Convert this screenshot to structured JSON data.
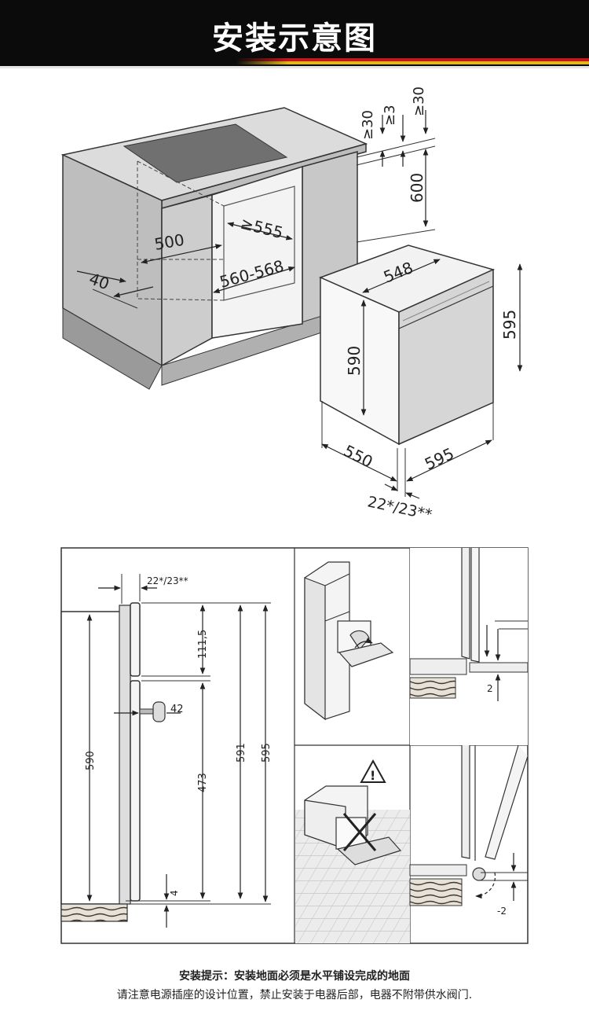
{
  "header": {
    "title": "安装示意图"
  },
  "top_diagram": {
    "cabinet_dims": {
      "d_ge30_a": "≥30",
      "d_ge3": "≥3",
      "d_ge30_b": "≥30",
      "d_600": "600",
      "d_ge555": "≥555",
      "d_500": "500",
      "d_560_568": "560-568",
      "d_40": "40"
    },
    "oven_dims": {
      "d_548": "548",
      "d_595_h": "595",
      "d_590": "590",
      "d_550": "550",
      "d_595_w": "595",
      "d_22_23": "22*/23**"
    }
  },
  "bottom_panel": {
    "side_dims": {
      "d_22_23": "22*/23**",
      "d_111_5": "111,5",
      "d_42": "42",
      "d_590": "590",
      "d_473": "473",
      "d_591": "591",
      "d_595": "595",
      "d_4": "4"
    },
    "detail_dims": {
      "d_2": "2",
      "d_minus2": "-2"
    },
    "warning_symbol": "!"
  },
  "notes": {
    "line1": "安装提示：安装地面必须是水平铺设完成的地面",
    "line2": "请注意电源插座的设计位置，禁止安装于电器后部，电器不附带供水阀门."
  }
}
